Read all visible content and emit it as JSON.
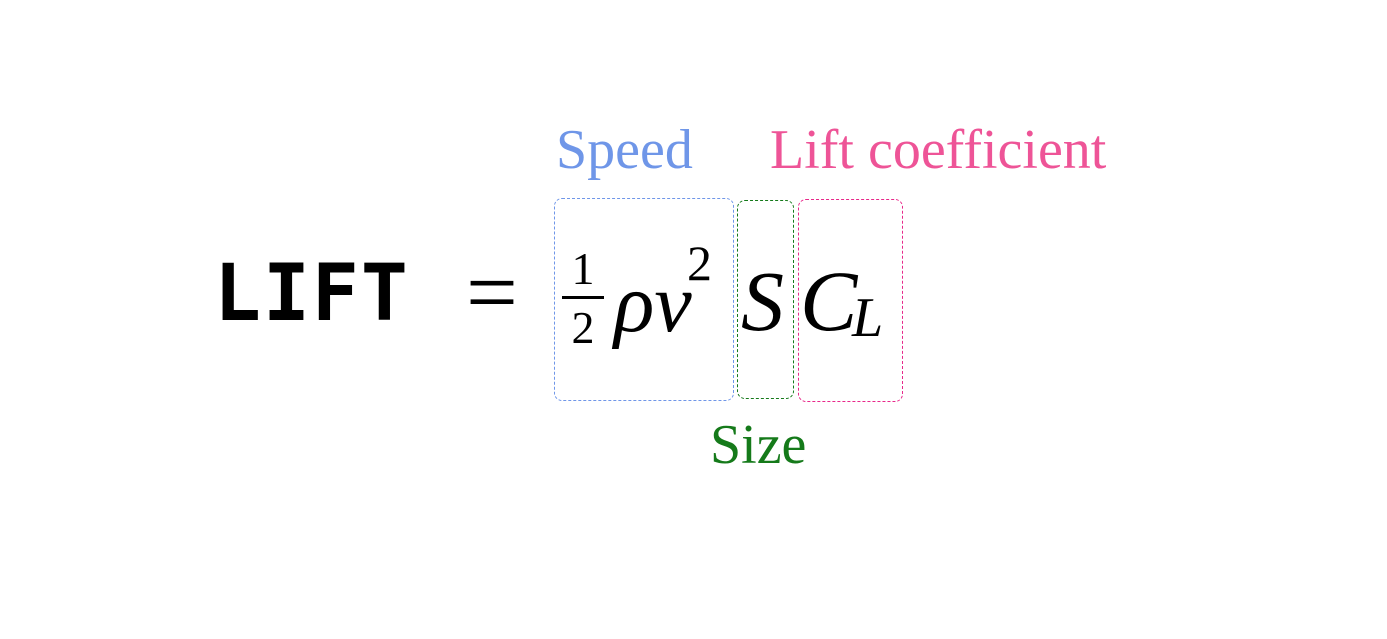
{
  "equation": {
    "lhs": "LIFT",
    "equals": "=",
    "fraction": {
      "numerator": "1",
      "denominator": "2"
    },
    "rho_v": "ρv",
    "exponent": "2",
    "s": "S",
    "c": "C",
    "subscript": "L"
  },
  "annotations": {
    "speed": {
      "label": "Speed",
      "color": "#6f96e8"
    },
    "size": {
      "label": "Size",
      "color": "#157a1a"
    },
    "lift_coefficient": {
      "label": "Lift coefficient",
      "color": "#ee5497"
    }
  }
}
